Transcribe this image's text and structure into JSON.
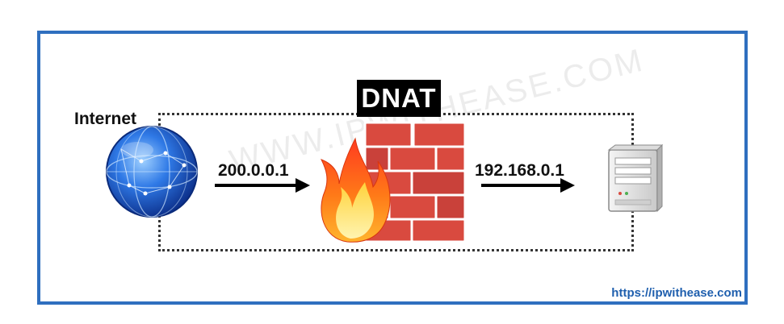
{
  "diagram": {
    "badge": "DNAT",
    "internet_label": "Internet",
    "left_ip": "200.0.0.1",
    "right_ip": "192.168.0.1",
    "url": "https://ipwithease.com",
    "watermark": "WWW.IPWITHEASE.COM"
  },
  "colors": {
    "frame": "#2f6fbf",
    "brick": "#d94a3f",
    "mortar": "#ffffff",
    "flame_outer": "#f25a14",
    "flame_inner": "#ffd23a",
    "globe": "#1f63d6",
    "url": "#1f5fae"
  },
  "icons": {
    "globe": "globe-icon",
    "firewall": "brick-firewall-icon",
    "flame": "flame-icon",
    "server": "server-tower-icon",
    "arrow": "arrow-right-icon"
  }
}
